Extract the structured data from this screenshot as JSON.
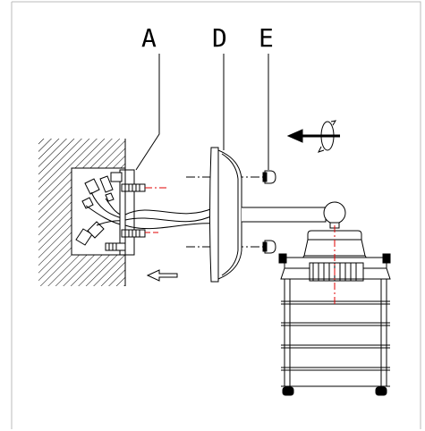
{
  "labels": {
    "a": "A",
    "d": "D",
    "e": "E"
  },
  "colors": {
    "stroke": "#000000",
    "accent": "#e00000",
    "frame": "#bbbbbb"
  }
}
